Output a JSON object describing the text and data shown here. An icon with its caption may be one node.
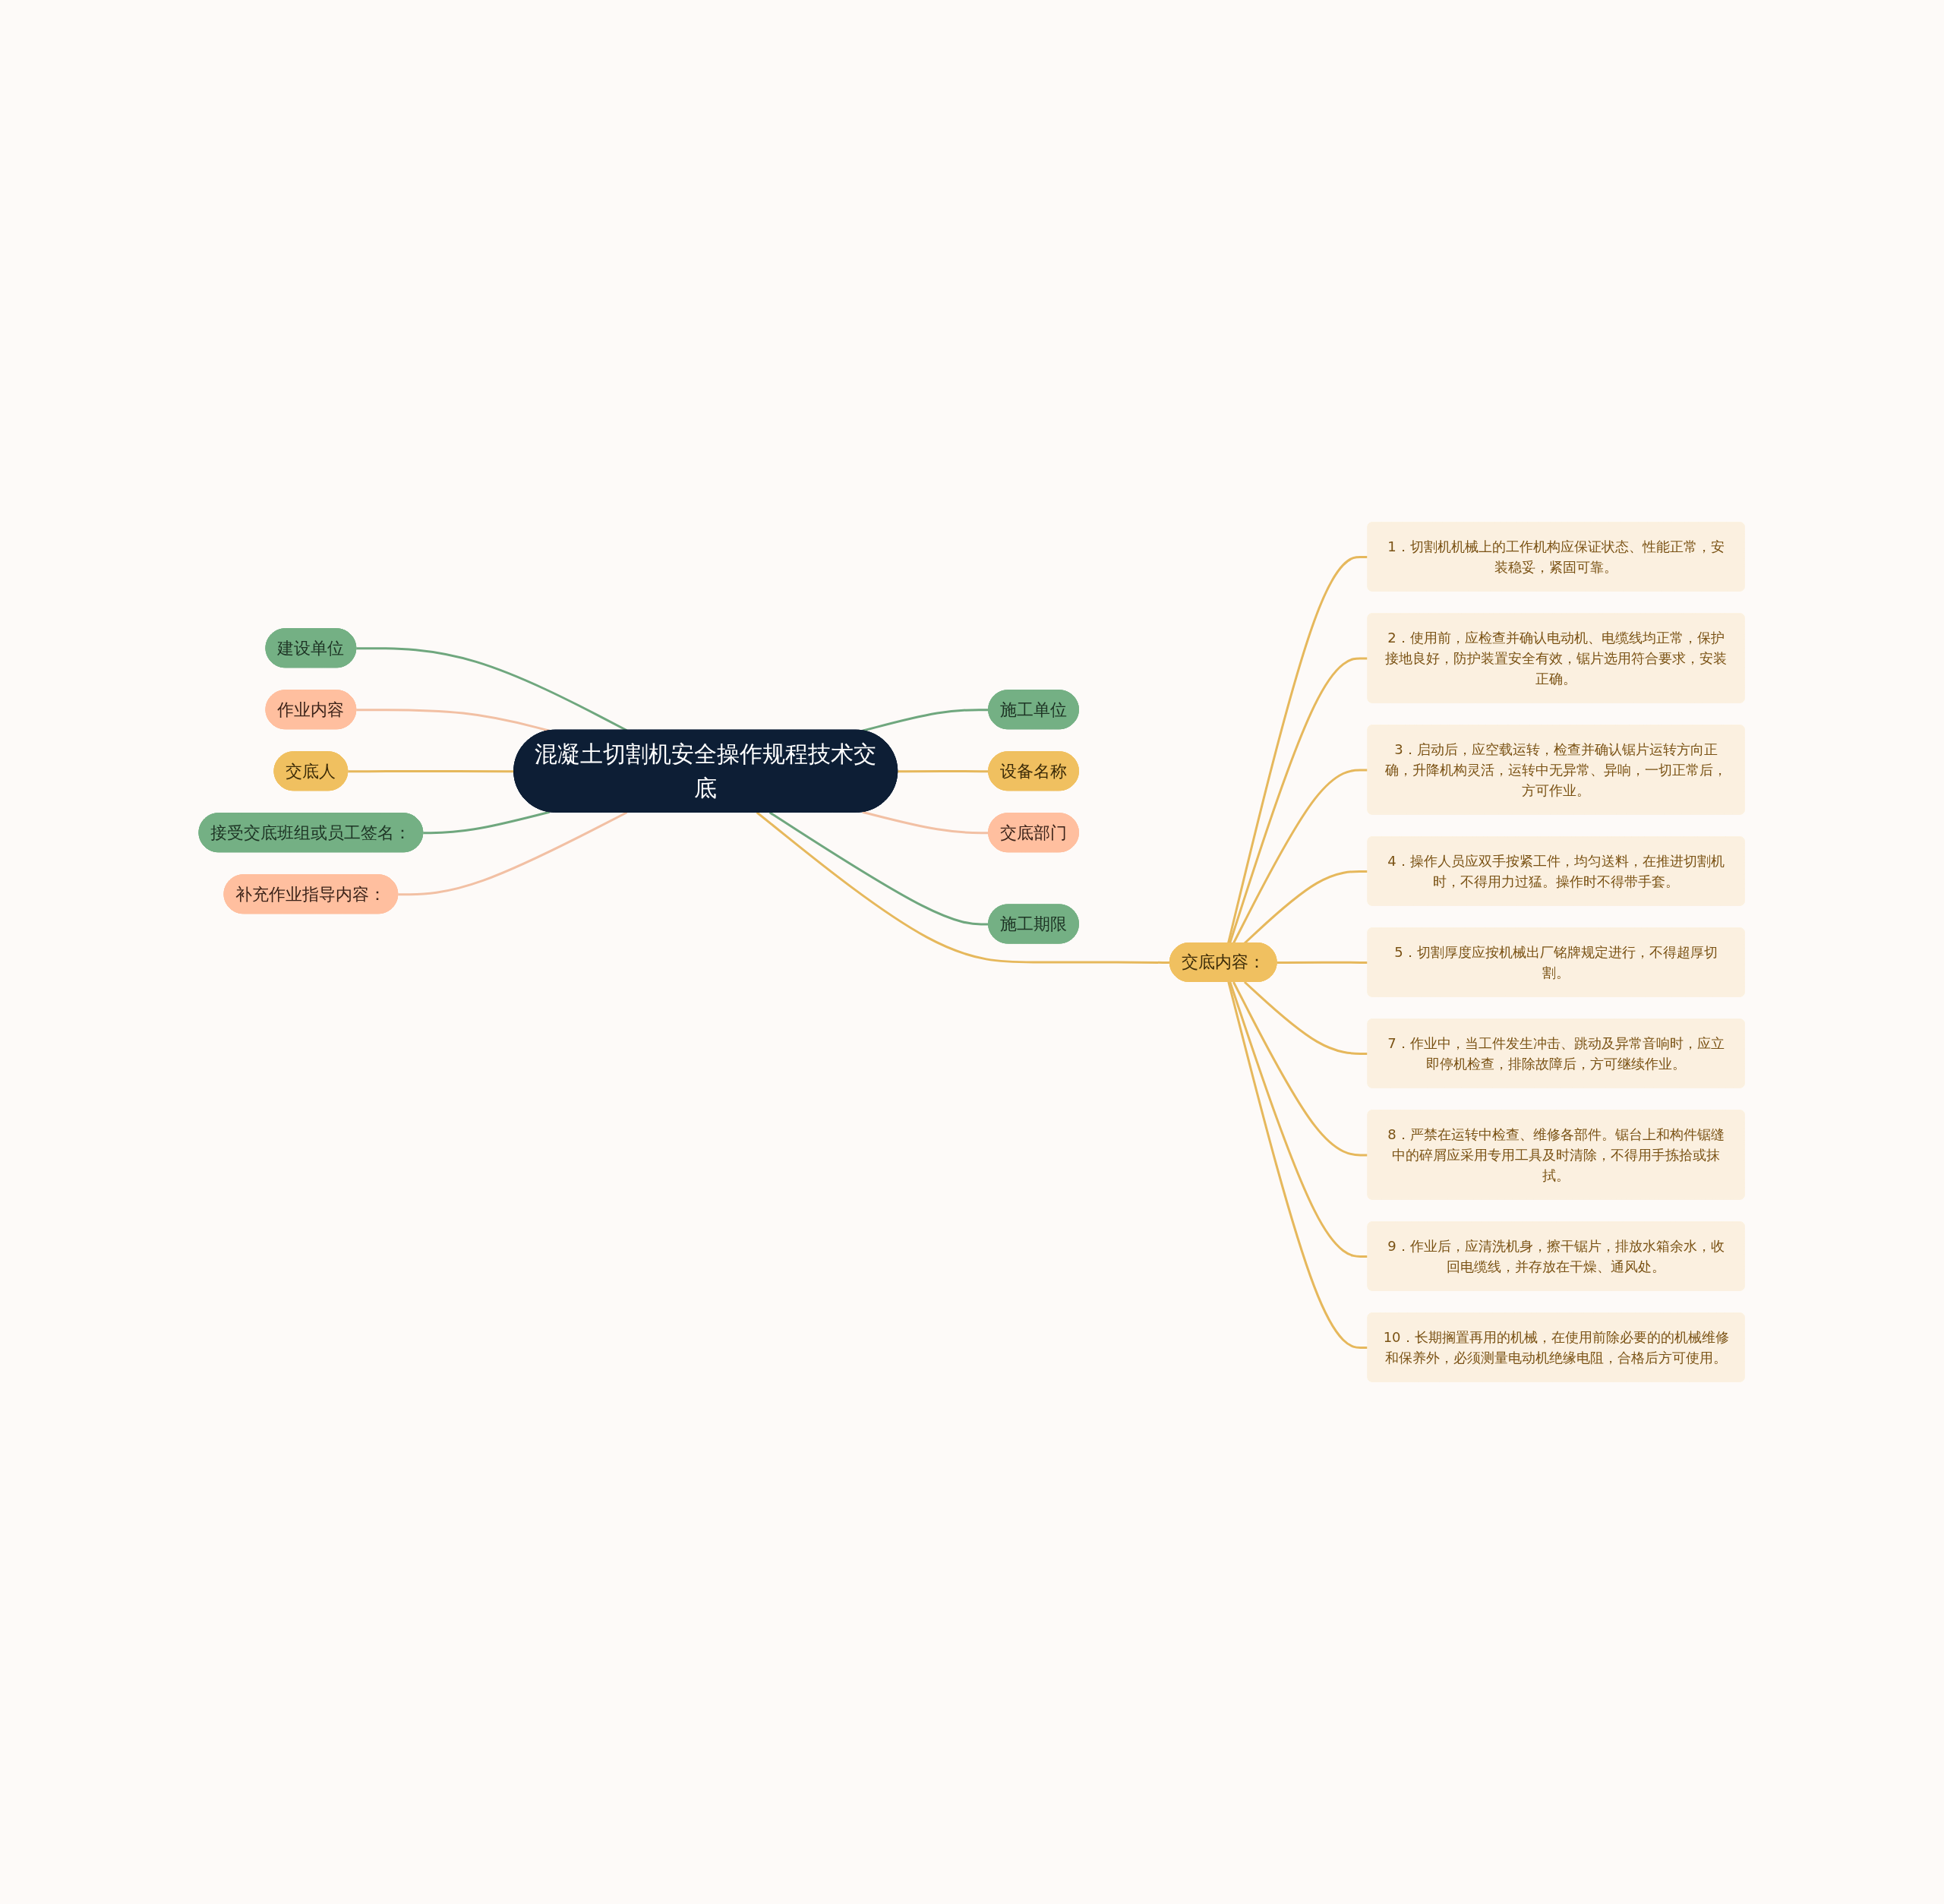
{
  "diagram": {
    "nodes": [
      {
        "text": [
          "混凝土切割机安全操作规程技术交底"
        ]
      },
      {
        "text": [
          "施工单位"
        ]
      },
      {
        "text": [
          "设备名称"
        ]
      },
      {
        "text": [
          "交底部门"
        ]
      },
      {
        "text": [
          "施工期限"
        ]
      },
      {
        "text": [
          "建设单位"
        ]
      },
      {
        "text": [
          "作业内容"
        ]
      },
      {
        "text": [
          "交底人"
        ]
      },
      {
        "text": [
          "接受交底班组或员工签名："
        ]
      },
      {
        "text": [
          "补充作业指导内容："
        ]
      },
      {
        "text": [
          "交底内容："
        ]
      },
      {
        "text": [
          "1．切割机机械上的工作机构应保证状态、性能正常，安装稳妥，紧固可靠。"
        ]
      },
      {
        "text": [
          "2．使用前，应检查并确认电动机、电缆线均正常，保护接地良好，防护装置安全有效，锯片选用符合要求，安装正确。"
        ]
      },
      {
        "text": [
          "3．启动后，应空载运转，检查并确认锯片运转方向正确，升降机构灵活，运转中无异常、异响，一切正常后，方可作业。"
        ]
      },
      {
        "text": [
          "4．操作人员应双手按紧工件，均匀送料，在推进切割机时，不得用力过猛。操作时不得带手套。"
        ]
      },
      {
        "text": [
          "5．切割厚度应按机械出厂铭牌规定进行，不得超厚切割。"
        ]
      },
      {
        "text": [
          "7．作业中，当工件发生冲击、跳动及异常音响时，应立即停机检查，排除故障后，方可继续作业。"
        ]
      },
      {
        "text": [
          "8．严禁在运转中检查、维修各部件。锯台上和构件锯缝中的碎屑应采用专用工具及时清除，不得用手拣拾或抹拭。"
        ]
      },
      {
        "text": [
          "9．作业后，应清洗机身，擦干锯片，排放水箱余水，收回电缆线，并存放在干燥、通风处。"
        ]
      },
      {
        "text": [
          "10．长期搁置再用的机械，在使用前除必要的的机械维修和保养外，必须测量电动机绝缘电阻，合格后方可使用。"
        ]
      }
    ],
    "edges": [
      {
        "from": 0,
        "to": 1,
        "arrow": "none",
        "color": "#6fa77e"
      },
      {
        "from": 0,
        "to": 2,
        "arrow": "none"
      },
      {
        "from": 0,
        "to": 3,
        "arrow": "none",
        "color": "#f2c0a4"
      },
      {
        "from": 0,
        "to": 4,
        "arrow": "none",
        "color": "#6fa77e"
      },
      {
        "from": 5,
        "to": 0,
        "arrow": "none",
        "color": "#6fa77e"
      },
      {
        "from": 6,
        "to": 0,
        "arrow": "none",
        "color": "#f2c0a4"
      },
      {
        "from": 7,
        "to": 0,
        "arrow": "none"
      },
      {
        "from": 8,
        "to": 0,
        "arrow": "none",
        "color": "#6fa77e"
      },
      {
        "from": 9,
        "to": 0,
        "arrow": "none",
        "color": "#f2c0a4"
      },
      {
        "from": 0,
        "to": 10,
        "arrow": "none"
      },
      {
        "from": 10,
        "to": 11,
        "arrow": "none"
      },
      {
        "from": 10,
        "to": 12,
        "arrow": "none"
      },
      {
        "from": 10,
        "to": 13,
        "arrow": "none"
      },
      {
        "from": 10,
        "to": 14,
        "arrow": "none"
      },
      {
        "from": 10,
        "to": 15,
        "arrow": "none"
      },
      {
        "from": 10,
        "to": 16,
        "arrow": "none"
      },
      {
        "from": 10,
        "to": 17,
        "arrow": "none"
      },
      {
        "from": 10,
        "to": 18,
        "arrow": "none"
      },
      {
        "from": 10,
        "to": 19,
        "arrow": "none"
      }
    ]
  }
}
